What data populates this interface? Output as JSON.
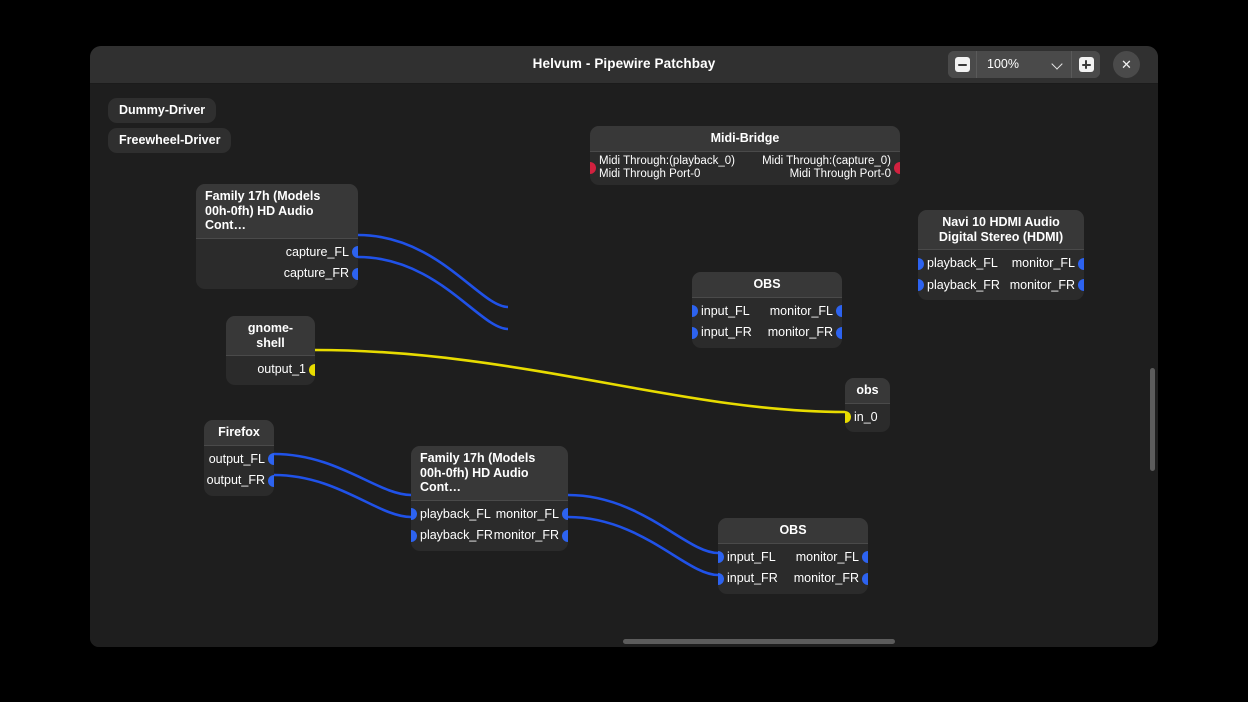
{
  "window": {
    "title": "Helvum - Pipewire Patchbay",
    "zoom": {
      "value": "100%",
      "minus_label": "zoom-out",
      "plus_label": "zoom-in"
    },
    "close_label": "✕"
  },
  "drivers": [
    {
      "label": "Dummy-Driver"
    },
    {
      "label": "Freewheel-Driver"
    }
  ],
  "nodes": [
    {
      "id": "family17h-capture",
      "title_lines": [
        "Family 17h (Models",
        "00h-0fh) HD Audio Cont…"
      ],
      "ports_right": [
        "capture_FL",
        "capture_FR"
      ]
    },
    {
      "id": "midi-bridge",
      "title": "Midi-Bridge",
      "port_left_lines": [
        "Midi Through:(playback_0)",
        "Midi Through Port-0"
      ],
      "port_right_lines": [
        "Midi Through:(capture_0)",
        "Midi Through Port-0"
      ]
    },
    {
      "id": "navi10-hdmi",
      "title_lines": [
        "Navi 10 HDMI Audio",
        "Digital Stereo (HDMI)"
      ],
      "ports_left": [
        "playback_FL",
        "playback_FR"
      ],
      "ports_right": [
        "monitor_FL",
        "monitor_FR"
      ]
    },
    {
      "id": "obs-top",
      "title": "OBS",
      "ports_left": [
        "input_FL",
        "input_FR"
      ],
      "ports_right": [
        "monitor_FL",
        "monitor_FR"
      ]
    },
    {
      "id": "gnome-shell",
      "title": "gnome-shell",
      "ports_right": [
        "output_1"
      ]
    },
    {
      "id": "obs-small",
      "title": "obs",
      "ports_left": [
        "in_0"
      ]
    },
    {
      "id": "firefox",
      "title": "Firefox",
      "ports_right": [
        "output_FL",
        "output_FR"
      ]
    },
    {
      "id": "family17h-playback",
      "title_lines": [
        "Family 17h (Models",
        "00h-0fh) HD Audio Cont…"
      ],
      "ports_left": [
        "playback_FL",
        "playback_FR"
      ],
      "ports_right": [
        "monitor_FL",
        "monitor_FR"
      ]
    },
    {
      "id": "obs-bottom",
      "title": "OBS",
      "ports_left": [
        "input_FL",
        "input_FR"
      ],
      "ports_right": [
        "monitor_FL",
        "monitor_FR"
      ]
    }
  ],
  "colors": {
    "audio_port": "#2d63f0",
    "midi_port": "#d2213f",
    "control_port": "#e8dc00",
    "audio_link": "#2052e8",
    "control_link": "#e8dc00",
    "canvas_bg": "#1e1e1e",
    "node_bg": "#2b2b2b",
    "node_header_bg": "#383838",
    "titlebar_bg": "#303030"
  }
}
